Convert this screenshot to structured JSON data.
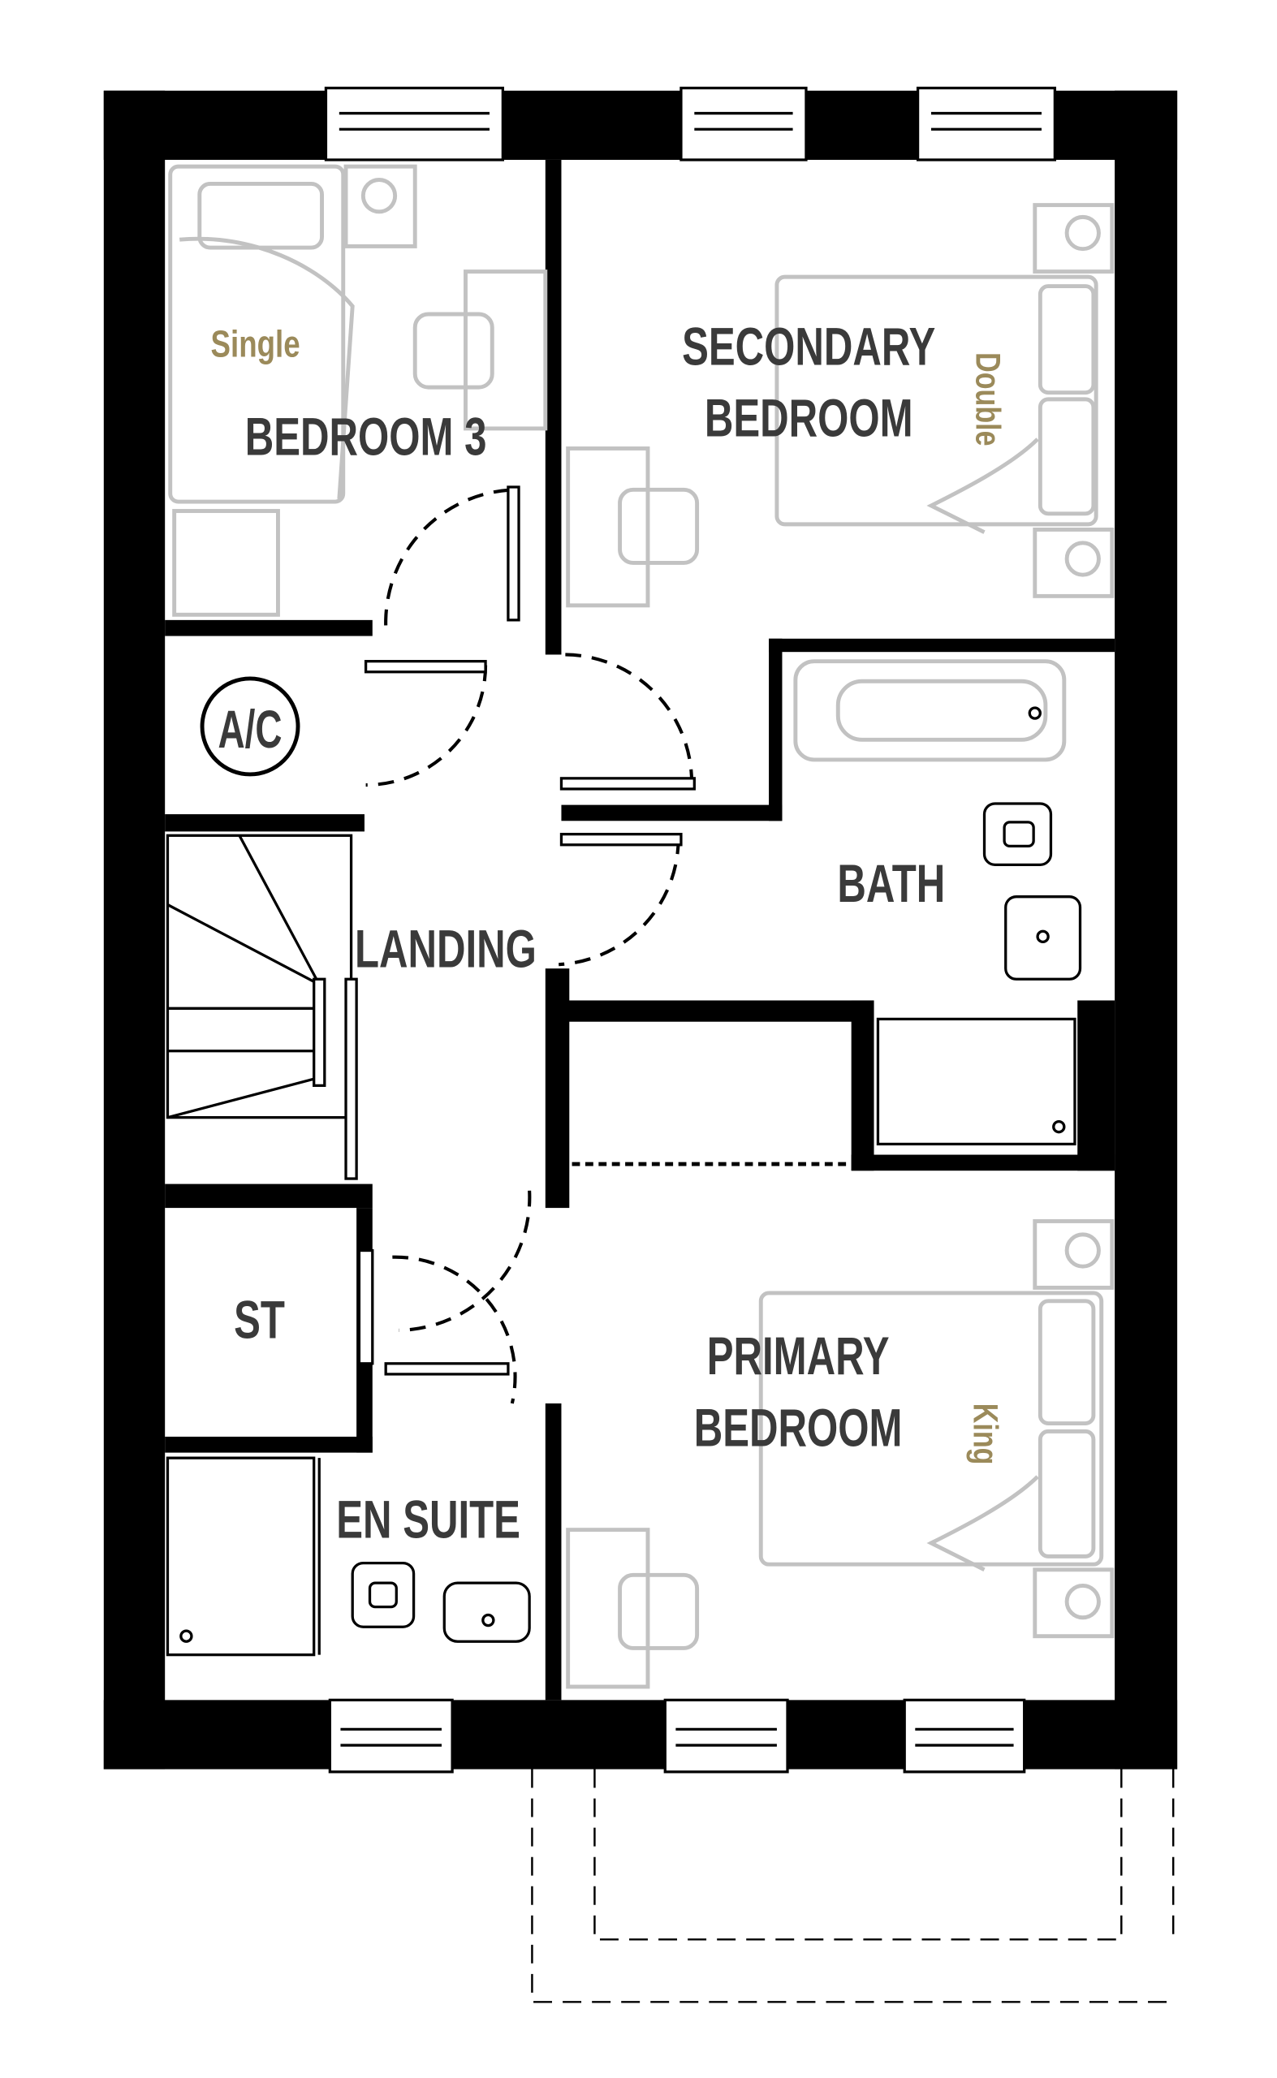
{
  "rooms": {
    "bedroom3": "BEDROOM 3",
    "secondary_line1": "SECONDARY",
    "secondary_line2": "BEDROOM",
    "ac": "A/C",
    "bath": "BATH",
    "landing": "LANDING",
    "store": "ST",
    "primary_line1": "PRIMARY",
    "primary_line2": "BEDROOM",
    "ensuite": "EN SUITE"
  },
  "beds": {
    "bedroom3": "Single",
    "secondary": "Double",
    "primary": "King"
  },
  "colors": {
    "wall": "#000000",
    "room_label": "#3a3a3a",
    "bed_label": "#9b8a5a",
    "furniture": "#c2c2c2"
  }
}
